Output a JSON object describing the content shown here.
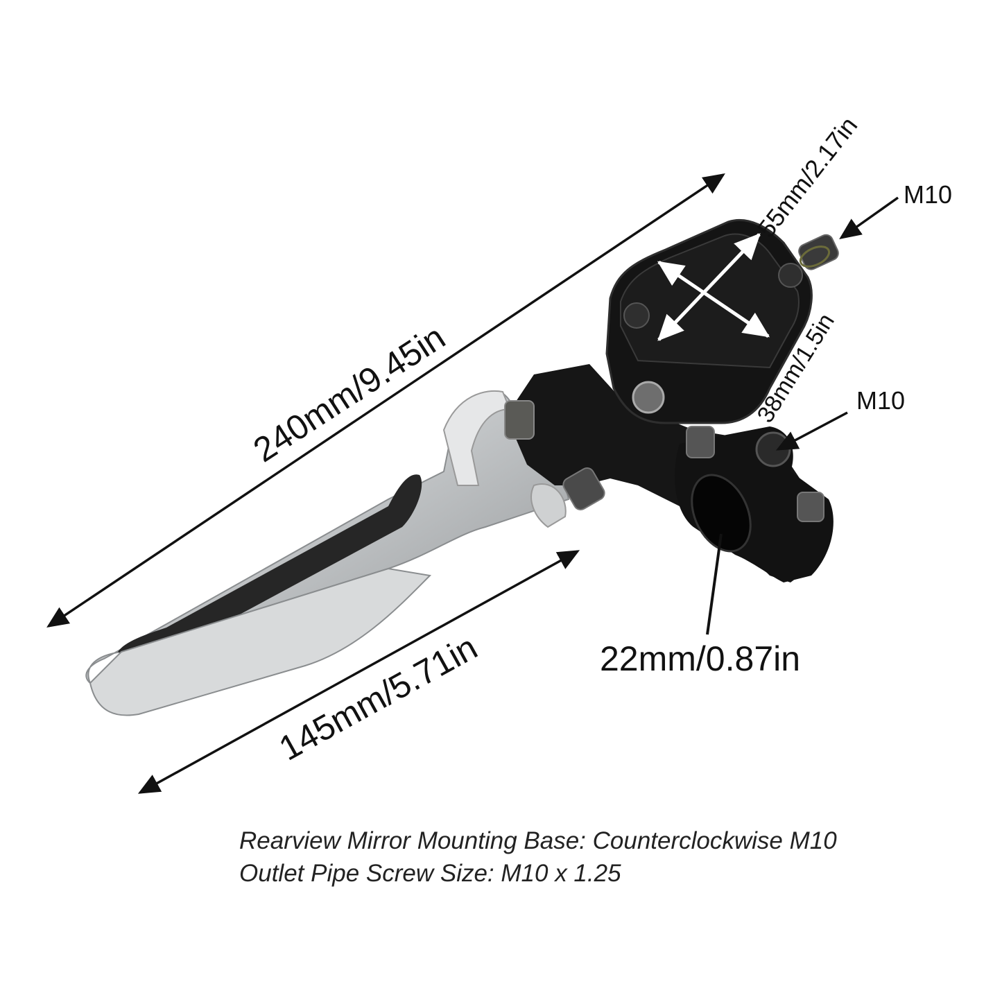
{
  "dimensions": {
    "overall_length": "240mm/9.45in",
    "lever_length": "145mm/5.71in",
    "reservoir_length": "55mm/2.17in",
    "reservoir_width": "38mm/1.5in",
    "handlebar_diameter": "22mm/0.87in",
    "mirror_thread_top": "M10",
    "mirror_thread_clamp": "M10"
  },
  "notes": [
    "Rearview Mirror Mounting Base: Counterclockwise M10",
    "Outlet Pipe Screw Size: M10 x 1.25"
  ],
  "colors": {
    "body": "#151515",
    "lever": "#c9cbcc",
    "grip": "#2a2a2a",
    "arrow": "#111111"
  }
}
